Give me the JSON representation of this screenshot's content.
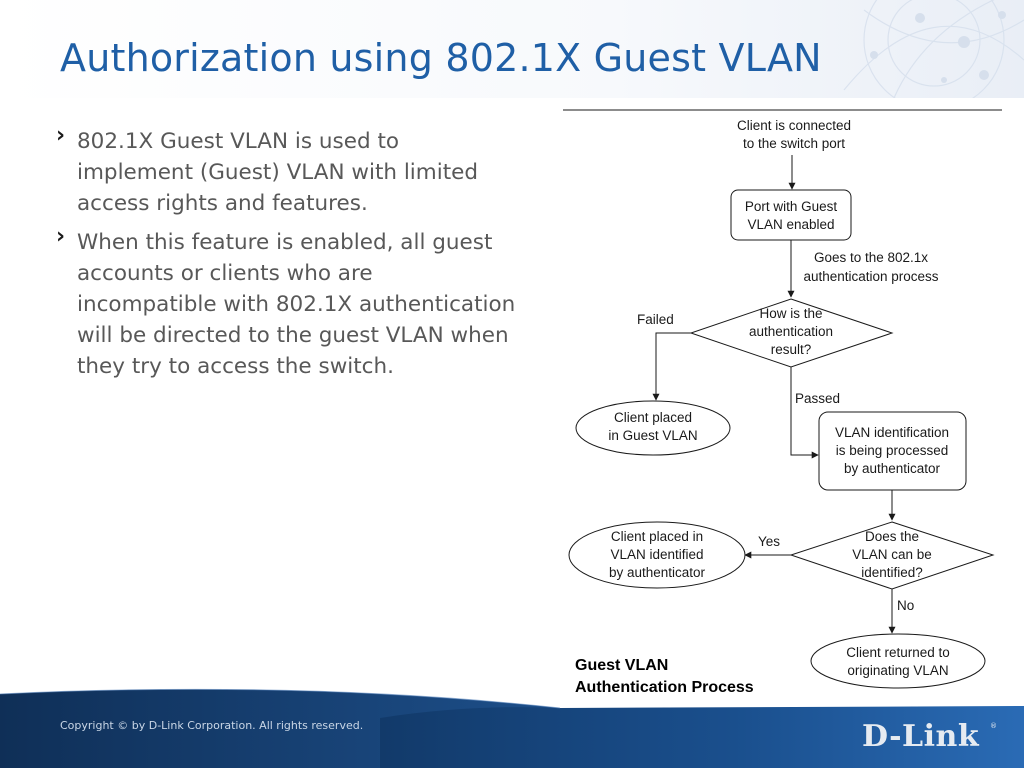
{
  "title": "Authorization using 802.1X Guest VLAN",
  "bullets": [
    {
      "marker": "›",
      "text": "802.1X Guest VLAN is used to implement (Guest) VLAN with limited access rights and features."
    },
    {
      "marker": "›",
      "text": "When this feature is enabled, all guest accounts or clients who are incompatible with 802.1X authentication will be directed to the guest VLAN when they try to access the switch."
    }
  ],
  "flowchart": {
    "start_text": [
      "Client is connected",
      "to the switch port"
    ],
    "port_box": [
      "Port with Guest",
      "VLAN enabled"
    ],
    "goes_label": [
      "Goes to the 802.1x",
      "authentication process"
    ],
    "decision1": [
      "How is the",
      "authentication",
      "result?"
    ],
    "failed_label": "Failed",
    "passed_label": "Passed",
    "guest_oval": [
      "Client placed",
      "in Guest VLAN"
    ],
    "vlan_box": [
      "VLAN identification",
      "is being processed",
      "by authenticator"
    ],
    "decision2": [
      "Does the",
      "VLAN can be",
      "identified?"
    ],
    "yes_label": "Yes",
    "no_label": "No",
    "identified_oval": [
      "Client placed in",
      "VLAN identified",
      "by authenticator"
    ],
    "returned_oval": [
      "Client returned to",
      "originating VLAN"
    ],
    "caption": [
      "Guest VLAN",
      "Authentication Process"
    ]
  },
  "footer": {
    "copyright": "Copyright © by D-Link Corporation. All rights reserved.",
    "logo": "D-Link",
    "logo_mark": "®"
  },
  "colors": {
    "title": "#1f5fa6",
    "body_text": "#585858",
    "footer_dark": "#143d6f",
    "footer_light": "#2a6bb5"
  }
}
